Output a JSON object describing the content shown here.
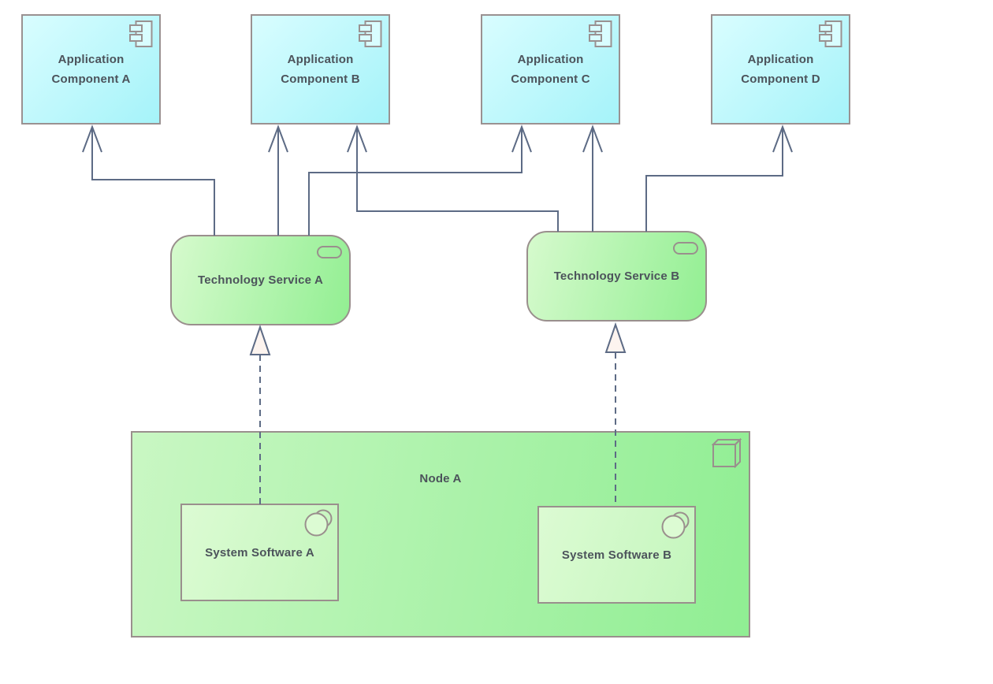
{
  "boxes": {
    "app_a": {
      "line1": "Application",
      "line2": "Component A"
    },
    "app_b": {
      "line1": "Application",
      "line2": "Component B"
    },
    "app_c": {
      "line1": "Application",
      "line2": "Component C"
    },
    "app_d": {
      "line1": "Application",
      "line2": "Component D"
    },
    "svc_a": {
      "label": "Technology Service A"
    },
    "svc_b": {
      "label": "Technology Service B"
    },
    "node_a": {
      "label": "Node A"
    },
    "ss_a": {
      "label": "System Software A"
    },
    "ss_b": {
      "label": "System Software B"
    }
  },
  "icons": {
    "application_component": "component-icon (rectangle with two left tabs)",
    "technology_service": "pill-icon (rounded rectangle outline)",
    "node": "cube-icon (3D box outline)",
    "system_software": "circles-icon (two overlapping circles)"
  },
  "relationships": {
    "serving": [
      {
        "from": "Technology Service A",
        "to": "Application Component A"
      },
      {
        "from": "Technology Service A",
        "to": "Application Component B"
      },
      {
        "from": "Technology Service A",
        "to": "Application Component C"
      },
      {
        "from": "Technology Service B",
        "to": "Application Component B"
      },
      {
        "from": "Technology Service B",
        "to": "Application Component C"
      },
      {
        "from": "Technology Service B",
        "to": "Application Component D"
      }
    ],
    "realization": [
      {
        "from": "System Software A",
        "to": "Technology Service A"
      },
      {
        "from": "System Software B",
        "to": "Technology Service B"
      }
    ]
  },
  "colors": {
    "app_fill_light": "#d9fdff",
    "app_fill_dark": "#a5f3f9",
    "app_border": "#9a9191",
    "svc_fill_light": "#d6facd",
    "svc_fill_dark": "#92ef92",
    "node_fill_light": "#c9f7c3",
    "node_fill_dark": "#90ee93",
    "ss_fill_light": "#dcfbd3",
    "ss_fill_dark": "#c4f6bd",
    "green_border": "#9a8f8d",
    "connector": "#5d6b85",
    "triangle_fill": "#fdf4ef",
    "text_color": "#4c535b"
  }
}
